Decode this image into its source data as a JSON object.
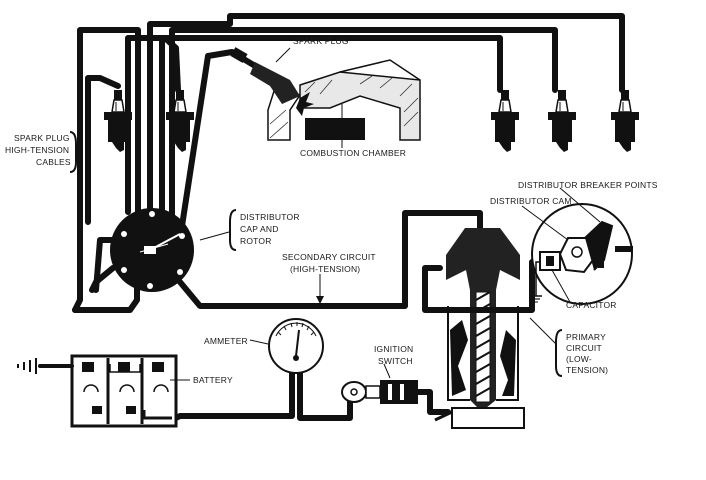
{
  "labels": {
    "spark_plug": "SPARK PLUG",
    "combustion_chamber": "COMBUSTION CHAMBER",
    "cables": [
      "SPARK PLUG",
      "HIGH-TENSION",
      "CABLES"
    ],
    "distributor_cap": [
      "DISTRIBUTOR",
      "CAP AND",
      "ROTOR"
    ],
    "breaker_points": "DISTRIBUTOR BREAKER POINTS",
    "distributor_cam": "DISTRIBUTOR CAM",
    "secondary_circuit": [
      "SECONDARY CIRCUIT",
      "(HIGH-TENSION)"
    ],
    "capacitor": "CAPACITOR",
    "ammeter": "AMMETER",
    "ignition_switch": [
      "IGNITION",
      "SWITCH"
    ],
    "battery": "BATTERY",
    "primary_circuit": [
      "PRIMARY",
      "CIRCUIT",
      "(LOW-",
      "TENSION)"
    ]
  }
}
